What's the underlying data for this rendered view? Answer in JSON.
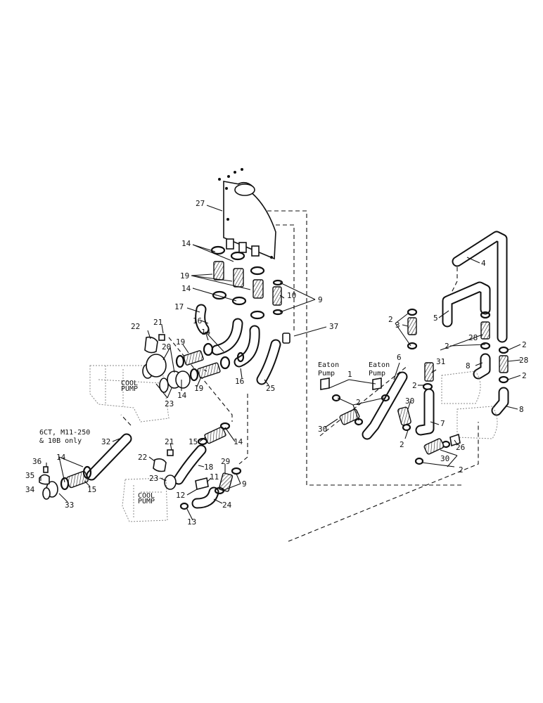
{
  "callouts": [
    "1",
    "2",
    "3",
    "4",
    "5",
    "6",
    "7",
    "8",
    "9",
    "10",
    "11",
    "12",
    "13",
    "14",
    "15",
    "16",
    "17",
    "18",
    "19",
    "20",
    "21",
    "22",
    "23",
    "24",
    "25",
    "26",
    "27",
    "28",
    "29",
    "30",
    "31",
    "32",
    "33",
    "34",
    "35",
    "36",
    "37"
  ],
  "notes": {
    "eaton_pump_left": [
      "Eaton",
      "Pump"
    ],
    "eaton_pump_right": [
      "Eaton",
      "Pump"
    ],
    "model_note": [
      "6CT, M11-250",
      "& 10B only"
    ],
    "coolant_pump_upper": [
      "COOL",
      "PUMP"
    ],
    "coolant_pump_lower": [
      "COOL",
      "PUMP"
    ]
  }
}
